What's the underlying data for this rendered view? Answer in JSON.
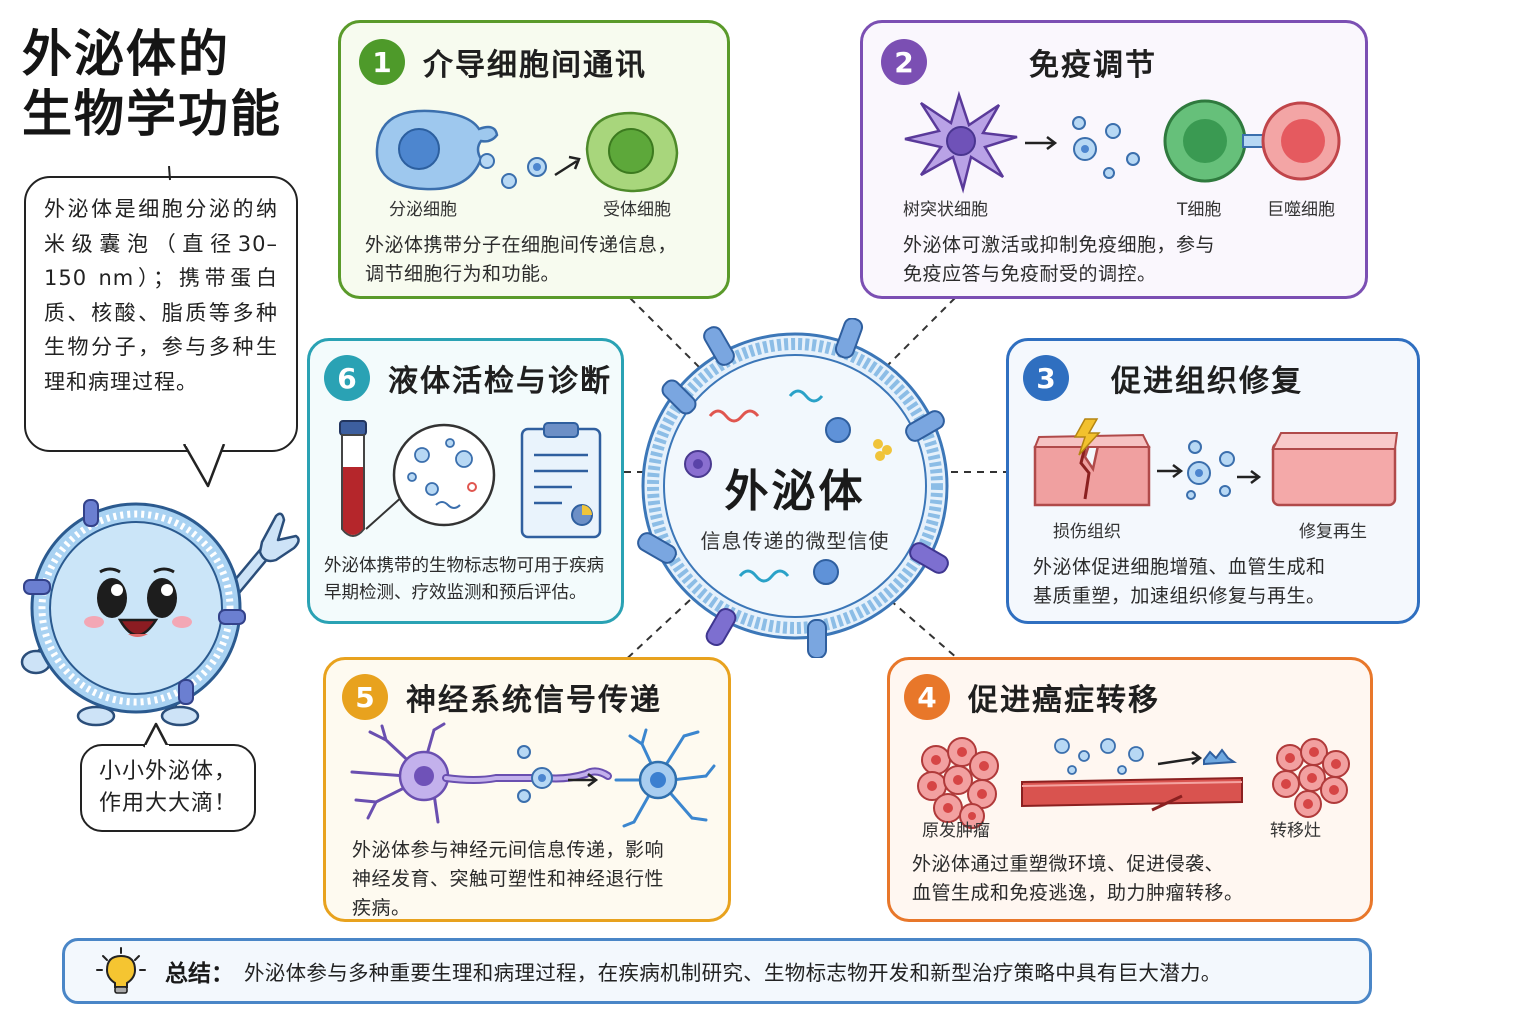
{
  "page_title": {
    "line1": "外泌体的",
    "line2": "生物学功能"
  },
  "intro": {
    "text": "外泌体是细胞分泌的纳米级囊泡（直径30–150 nm）；携带蛋白质、核酸、脂质等多种生物分子，参与多种生理和病理过程。"
  },
  "mascot": {
    "slogan_line1": "小小外泌体，",
    "slogan_line2": "作用大大滴！"
  },
  "center": {
    "title": "外泌体",
    "subtitle": "信息传递的微型信使"
  },
  "cards": {
    "c1": {
      "number": "1",
      "title": "介导细胞间通讯",
      "label_a": "分泌细胞",
      "label_b": "受体细胞",
      "desc_line1": "外泌体携带分子在细胞间传递信息，",
      "desc_line2": "调节细胞行为和功能。",
      "color": "#5a9a2a"
    },
    "c2": {
      "number": "2",
      "title": "免疫调节",
      "label_a": "树突状细胞",
      "label_b": "T细胞",
      "label_c": "巨噬细胞",
      "desc_line1": "外泌体可激活或抑制免疫细胞，参与",
      "desc_line2": "免疫应答与免疫耐受的调控。",
      "color": "#7b4fb3"
    },
    "c3": {
      "number": "3",
      "title": "促进组织修复",
      "label_a": "损伤组织",
      "label_b": "修复再生",
      "desc_line1": "外泌体促进细胞增殖、血管生成和",
      "desc_line2": "基质重塑，加速组织修复与再生。",
      "color": "#2f6fc0"
    },
    "c4": {
      "number": "4",
      "title": "促进癌症转移",
      "label_a": "原发肿瘤",
      "label_b": "转移灶",
      "desc_line1": "外泌体通过重塑微环境、促进侵袭、",
      "desc_line2": "血管生成和免疫逃逸，助力肿瘤转移。",
      "color": "#e8772a"
    },
    "c5": {
      "number": "5",
      "title": "神经系统信号传递",
      "desc_line1": "外泌体参与神经元间信息传递，影响",
      "desc_line2": "神经发育、突触可塑性和神经退行性",
      "desc_line3": "疾病。",
      "color": "#e8a21e"
    },
    "c6": {
      "number": "6",
      "title": "液体活检与诊断",
      "desc_line1": "外泌体携带的生物标志物可用于疾病",
      "desc_line2": "早期检测、疗效监测和预后评估。",
      "color": "#2aa2b4"
    }
  },
  "summary": {
    "label": "总结：",
    "text": "外泌体参与多种重要生理和病理过程，在疾病机制研究、生物标志物开发和新型治疗策略中具有巨大潜力。"
  }
}
